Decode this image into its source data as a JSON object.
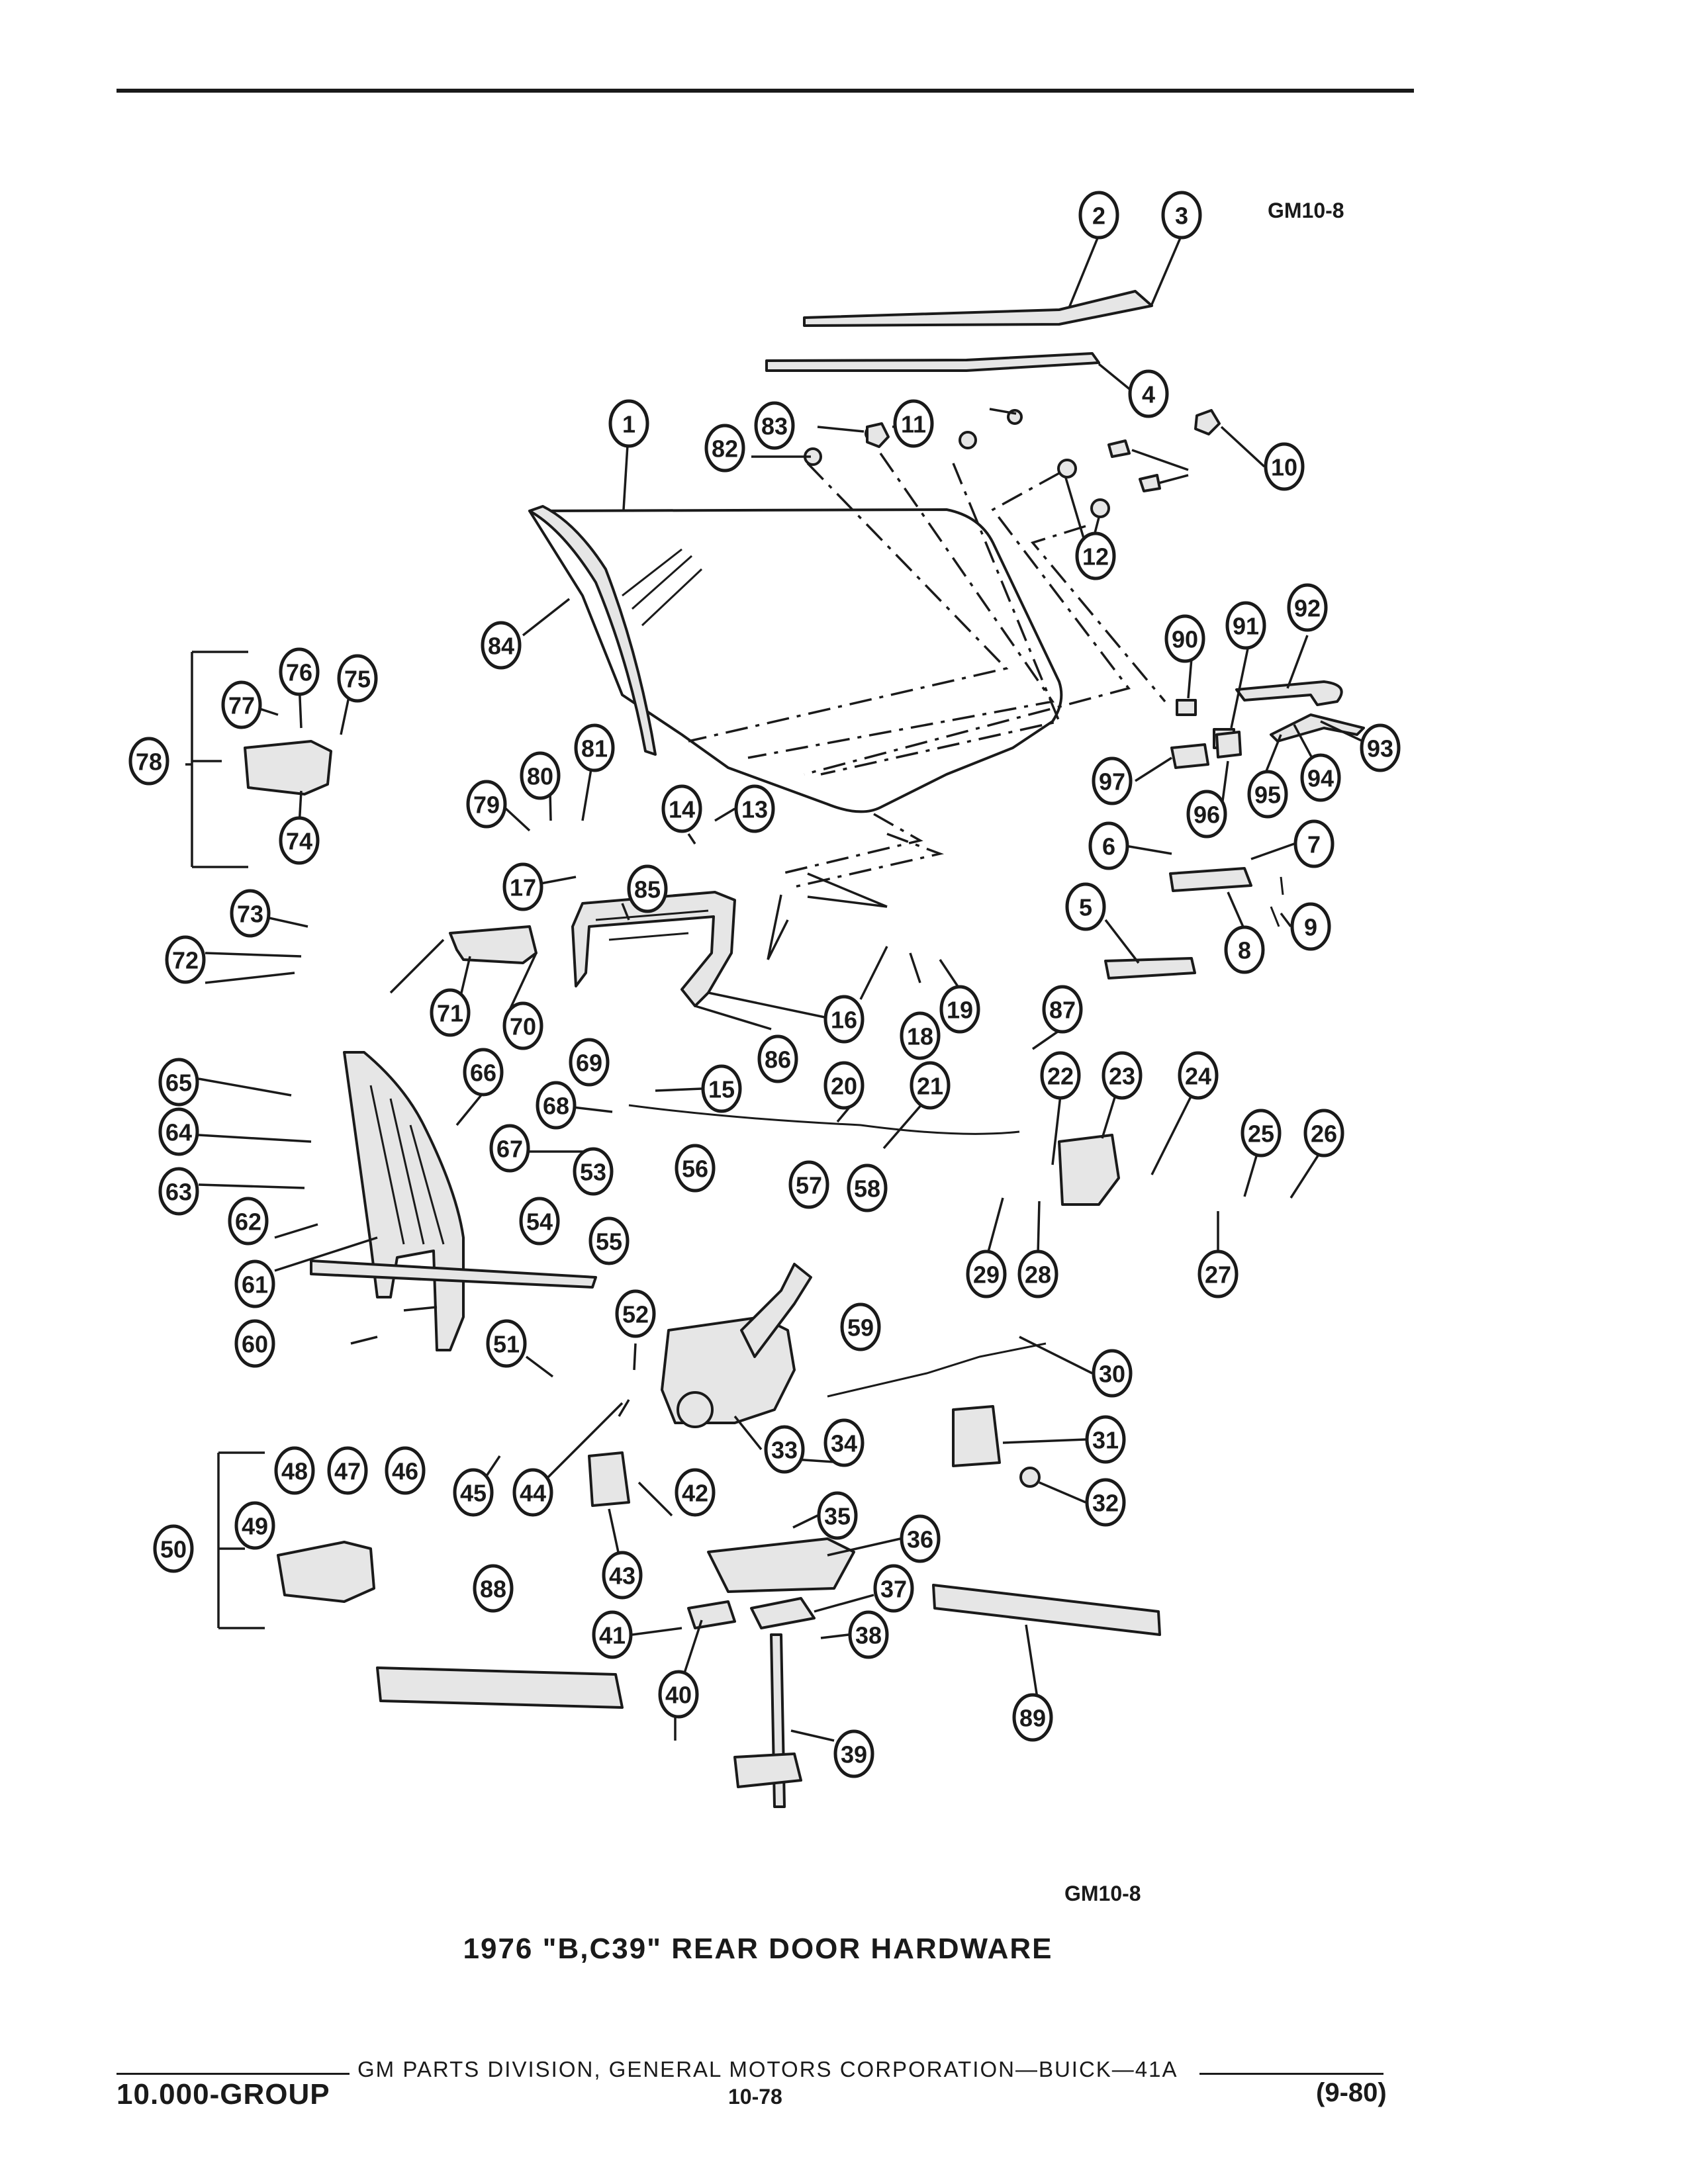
{
  "figure": {
    "code_top": "GM10-8",
    "code_bottom": "GM10-8",
    "title": "1976 \"B,C39\" REAR DOOR HARDWARE"
  },
  "footer": {
    "credit": "GM PARTS DIVISION, GENERAL MOTORS CORPORATION—BUICK—41A",
    "group": "10.000-GROUP",
    "page": "10-78",
    "date": "(9-80)"
  },
  "callouts": [
    "1",
    "2",
    "3",
    "4",
    "5",
    "6",
    "7",
    "8",
    "9",
    "10",
    "11",
    "12",
    "13",
    "14",
    "15",
    "16",
    "17",
    "18",
    "19",
    "20",
    "21",
    "22",
    "23",
    "24",
    "25",
    "26",
    "27",
    "28",
    "29",
    "30",
    "31",
    "32",
    "33",
    "34",
    "35",
    "36",
    "37",
    "38",
    "39",
    "40",
    "41",
    "42",
    "43",
    "44",
    "45",
    "46",
    "47",
    "48",
    "49",
    "50",
    "51",
    "52",
    "53",
    "54",
    "55",
    "56",
    "57",
    "58",
    "59",
    "60",
    "61",
    "62",
    "63",
    "64",
    "65",
    "66",
    "67",
    "68",
    "69",
    "70",
    "71",
    "72",
    "73",
    "74",
    "75",
    "76",
    "77",
    "78",
    "79",
    "80",
    "81",
    "82",
    "83",
    "84",
    "85",
    "86",
    "87",
    "88",
    "89",
    "90",
    "91",
    "92",
    "93",
    "94",
    "95",
    "96",
    "97"
  ]
}
